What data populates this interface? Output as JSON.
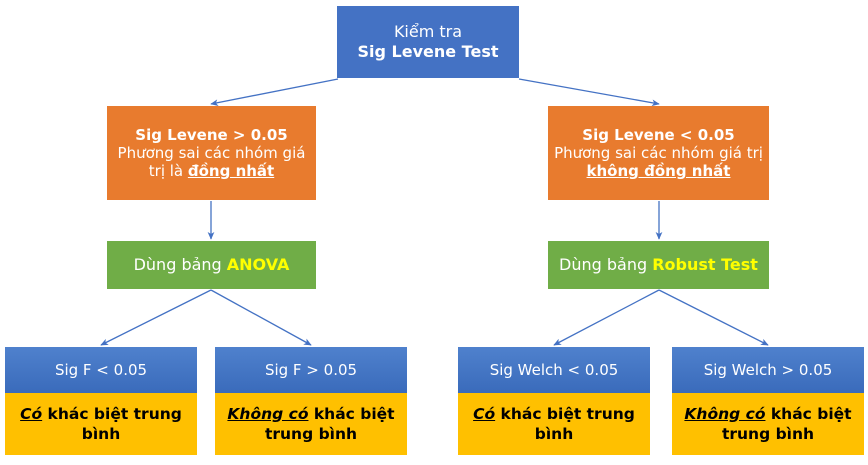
{
  "diagram": {
    "title_node": {
      "line1": "Kiểm tra",
      "line2": "Sig Levene Test"
    },
    "conditions": [
      {
        "heading": "Sig Levene > 0.05",
        "body_pre": "Phương sai các nhóm giá trị là ",
        "body_emphasis": "đồng nhất"
      },
      {
        "heading": "Sig Levene < 0.05",
        "body_pre": "Phương sai các nhóm giá trị ",
        "body_emphasis": "không đồng nhất"
      }
    ],
    "actions": [
      {
        "prefix": "Dùng bảng ",
        "highlight": "ANOVA"
      },
      {
        "prefix": "Dùng bảng ",
        "highlight": "Robust Test"
      }
    ],
    "outcomes": [
      {
        "header": "Sig F < 0.05",
        "emphasis": "Có",
        "rest": " khác biệt trung bình"
      },
      {
        "header": "Sig F > 0.05",
        "emphasis": "Không có",
        "rest": " khác biệt trung bình"
      },
      {
        "header": "Sig Welch < 0.05",
        "emphasis": "Có",
        "rest": " khác biệt trung bình"
      },
      {
        "header": "Sig Welch > 0.05",
        "emphasis": "Không có",
        "rest": " khác biệt trung bình"
      }
    ],
    "colors": {
      "root_blue": "#4472C4",
      "condition_orange": "#E87B2E",
      "action_green": "#70AD47",
      "leaf_header_blue": "#3A6BBB",
      "leaf_body_yellow": "#FFC000",
      "highlight_yellow": "#FFFF00",
      "connector_blue": "#4472C4",
      "background": "#FFFFFF"
    }
  }
}
